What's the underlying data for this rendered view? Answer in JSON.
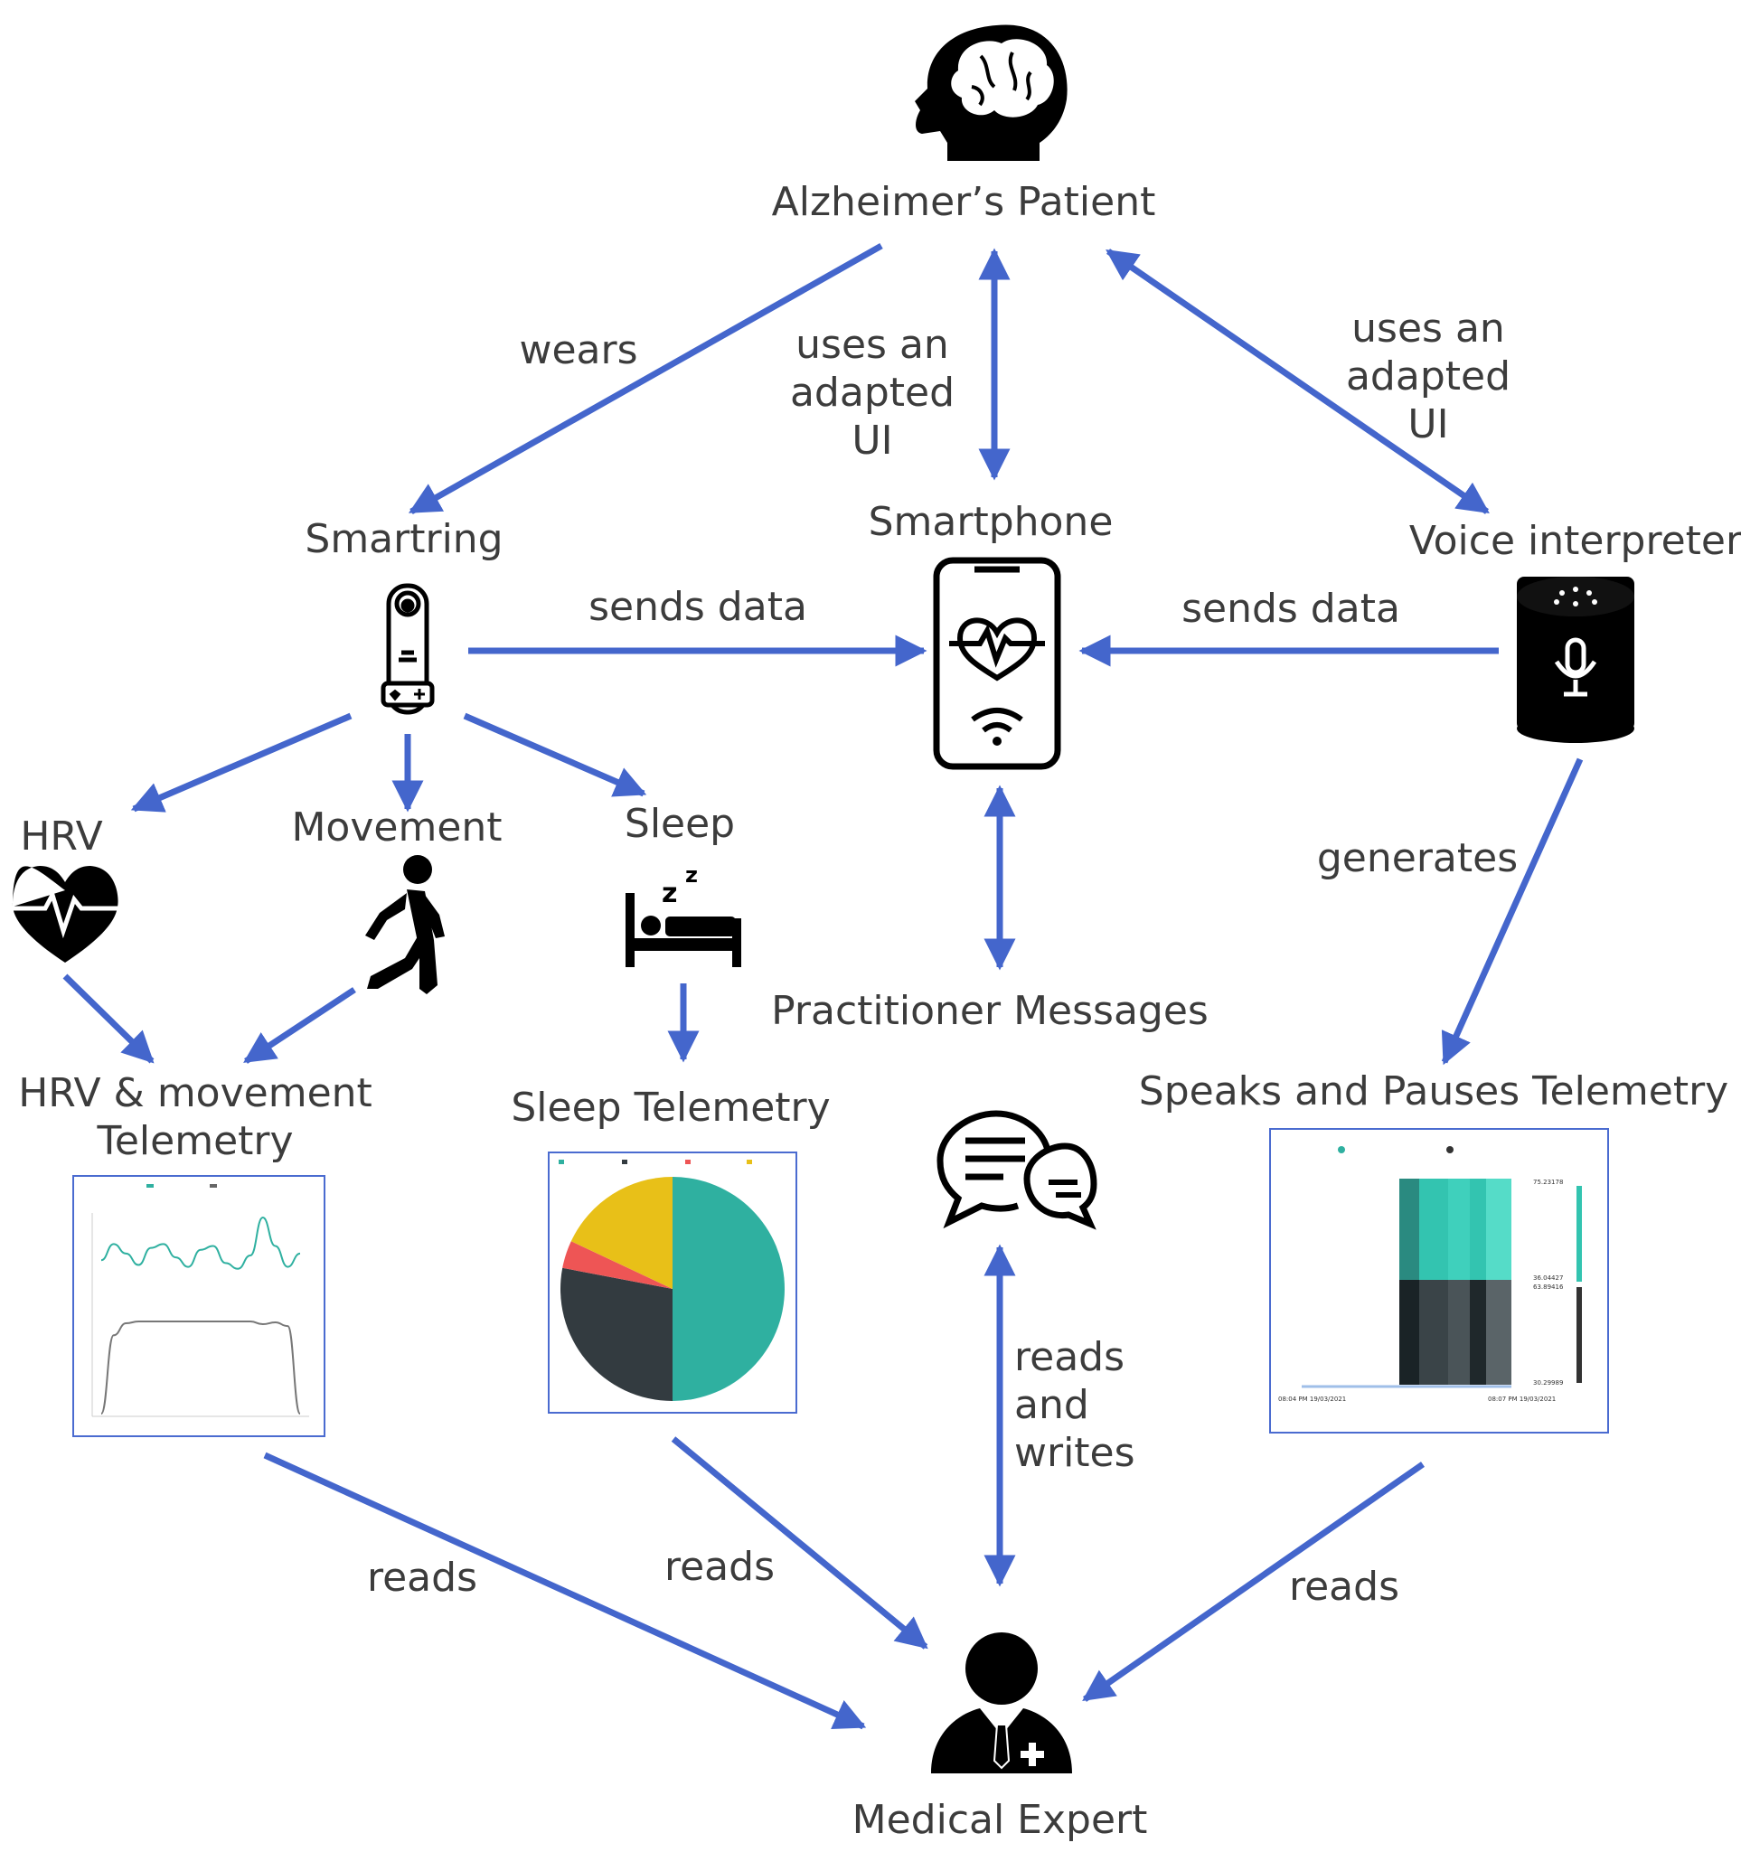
{
  "colors": {
    "arrow": "#4466cc",
    "icon": "#000000",
    "teal": "#2fb0a0",
    "dark": "#333b40",
    "red": "#ee5555",
    "yellow": "#e8c018",
    "panel_border": "#4a6bd0"
  },
  "nodes": {
    "patient": "Alzheimer’s Patient",
    "smartring": "Smartring",
    "smartphone": "Smartphone",
    "voice": "Voice interpreter",
    "hrv": "HRV",
    "movement": "Movement",
    "sleep": "Sleep",
    "practitioner": "Practitioner Messages",
    "hrv_telemetry": "HRV & movement Telemetry",
    "sleep_telemetry": "Sleep Telemetry",
    "speaks_telemetry": "Speaks and Pauses Telemetry",
    "expert": "Medical Expert"
  },
  "edges": {
    "wears": "wears",
    "uses_ui_phone": "uses an adapted UI",
    "uses_ui_voice": "uses an adapted UI",
    "ring_sends": "sends data",
    "voice_sends": "sends data",
    "generates": "generates",
    "reads_writes": "reads and writes",
    "reads_hrv": "reads",
    "reads_sleep": "reads",
    "reads_speaks": "reads"
  },
  "icons": {
    "patient": "head-brain-icon",
    "smartring": "smartring-icon",
    "smartphone": "smartphone-heart-icon",
    "voice": "smart-speaker-icon",
    "hrv": "heart-pulse-icon",
    "movement": "walking-person-icon",
    "sleep": "bed-sleep-icon",
    "practitioner": "chat-bubbles-icon",
    "expert": "doctor-icon"
  },
  "chart_data": [
    {
      "type": "line",
      "series": [
        {
          "values": [
            0.55,
            0.72,
            0.62,
            0.5,
            0.68,
            0.72,
            0.58,
            0.48,
            0.66,
            0.7,
            0.52,
            0.46,
            0.6,
            1.0,
            0.7,
            0.48,
            0.62
          ]
        },
        {
          "values": [
            0.0,
            0.85,
            0.98,
            1.0,
            1.0,
            1.0,
            1.0,
            1.0,
            1.0,
            1.0,
            1.0,
            1.0,
            1.0,
            0.97,
            0.99,
            0.95,
            0.0
          ]
        }
      ]
    },
    {
      "type": "pie",
      "values": [
        50,
        28,
        4,
        18
      ],
      "slice_colors": [
        "#2fb0a0",
        "#333b40",
        "#ee5555",
        "#e8c018"
      ]
    },
    {
      "type": "bar",
      "categories": [
        "08:04 PM 19/03/2021",
        "08:07 PM 19/03/2021"
      ],
      "y_ticks": [
        "75.23178",
        "36.04427",
        "63.89416",
        "30.29989"
      ]
    }
  ]
}
